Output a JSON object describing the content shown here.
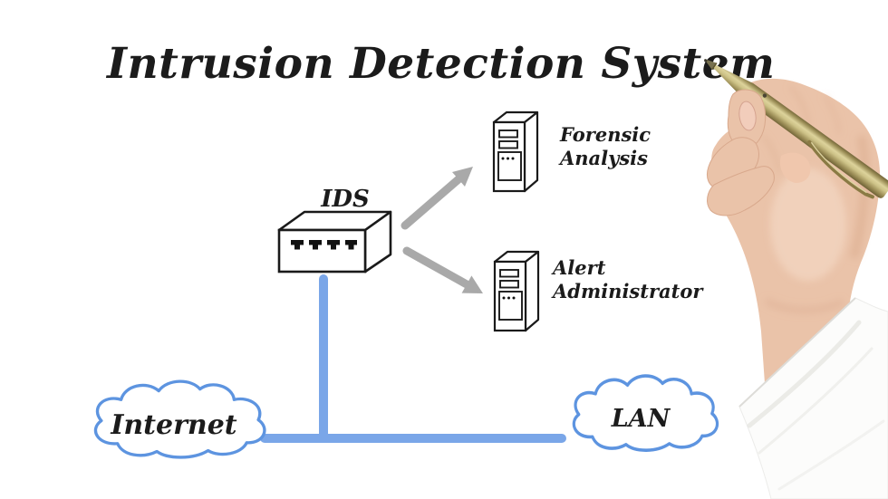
{
  "diagram": {
    "title": "Intrusion Detection System",
    "ids_label": "IDS",
    "servers": [
      {
        "line1": "Forensic",
        "line2": "Analysis"
      },
      {
        "line1": "Alert",
        "line2": "Administrator"
      }
    ],
    "clouds": [
      {
        "label": "Internet"
      },
      {
        "label": "LAN"
      }
    ],
    "colors": {
      "link_blue": "#7aa6e8",
      "cloud_stroke": "#5d94e0",
      "arrow_gray": "#a9a9a9",
      "ink": "#1b1b1b",
      "pen_gold": "#b0a267",
      "skin": "#eac3a9",
      "sleeve_white": "#fcfcfb"
    }
  }
}
